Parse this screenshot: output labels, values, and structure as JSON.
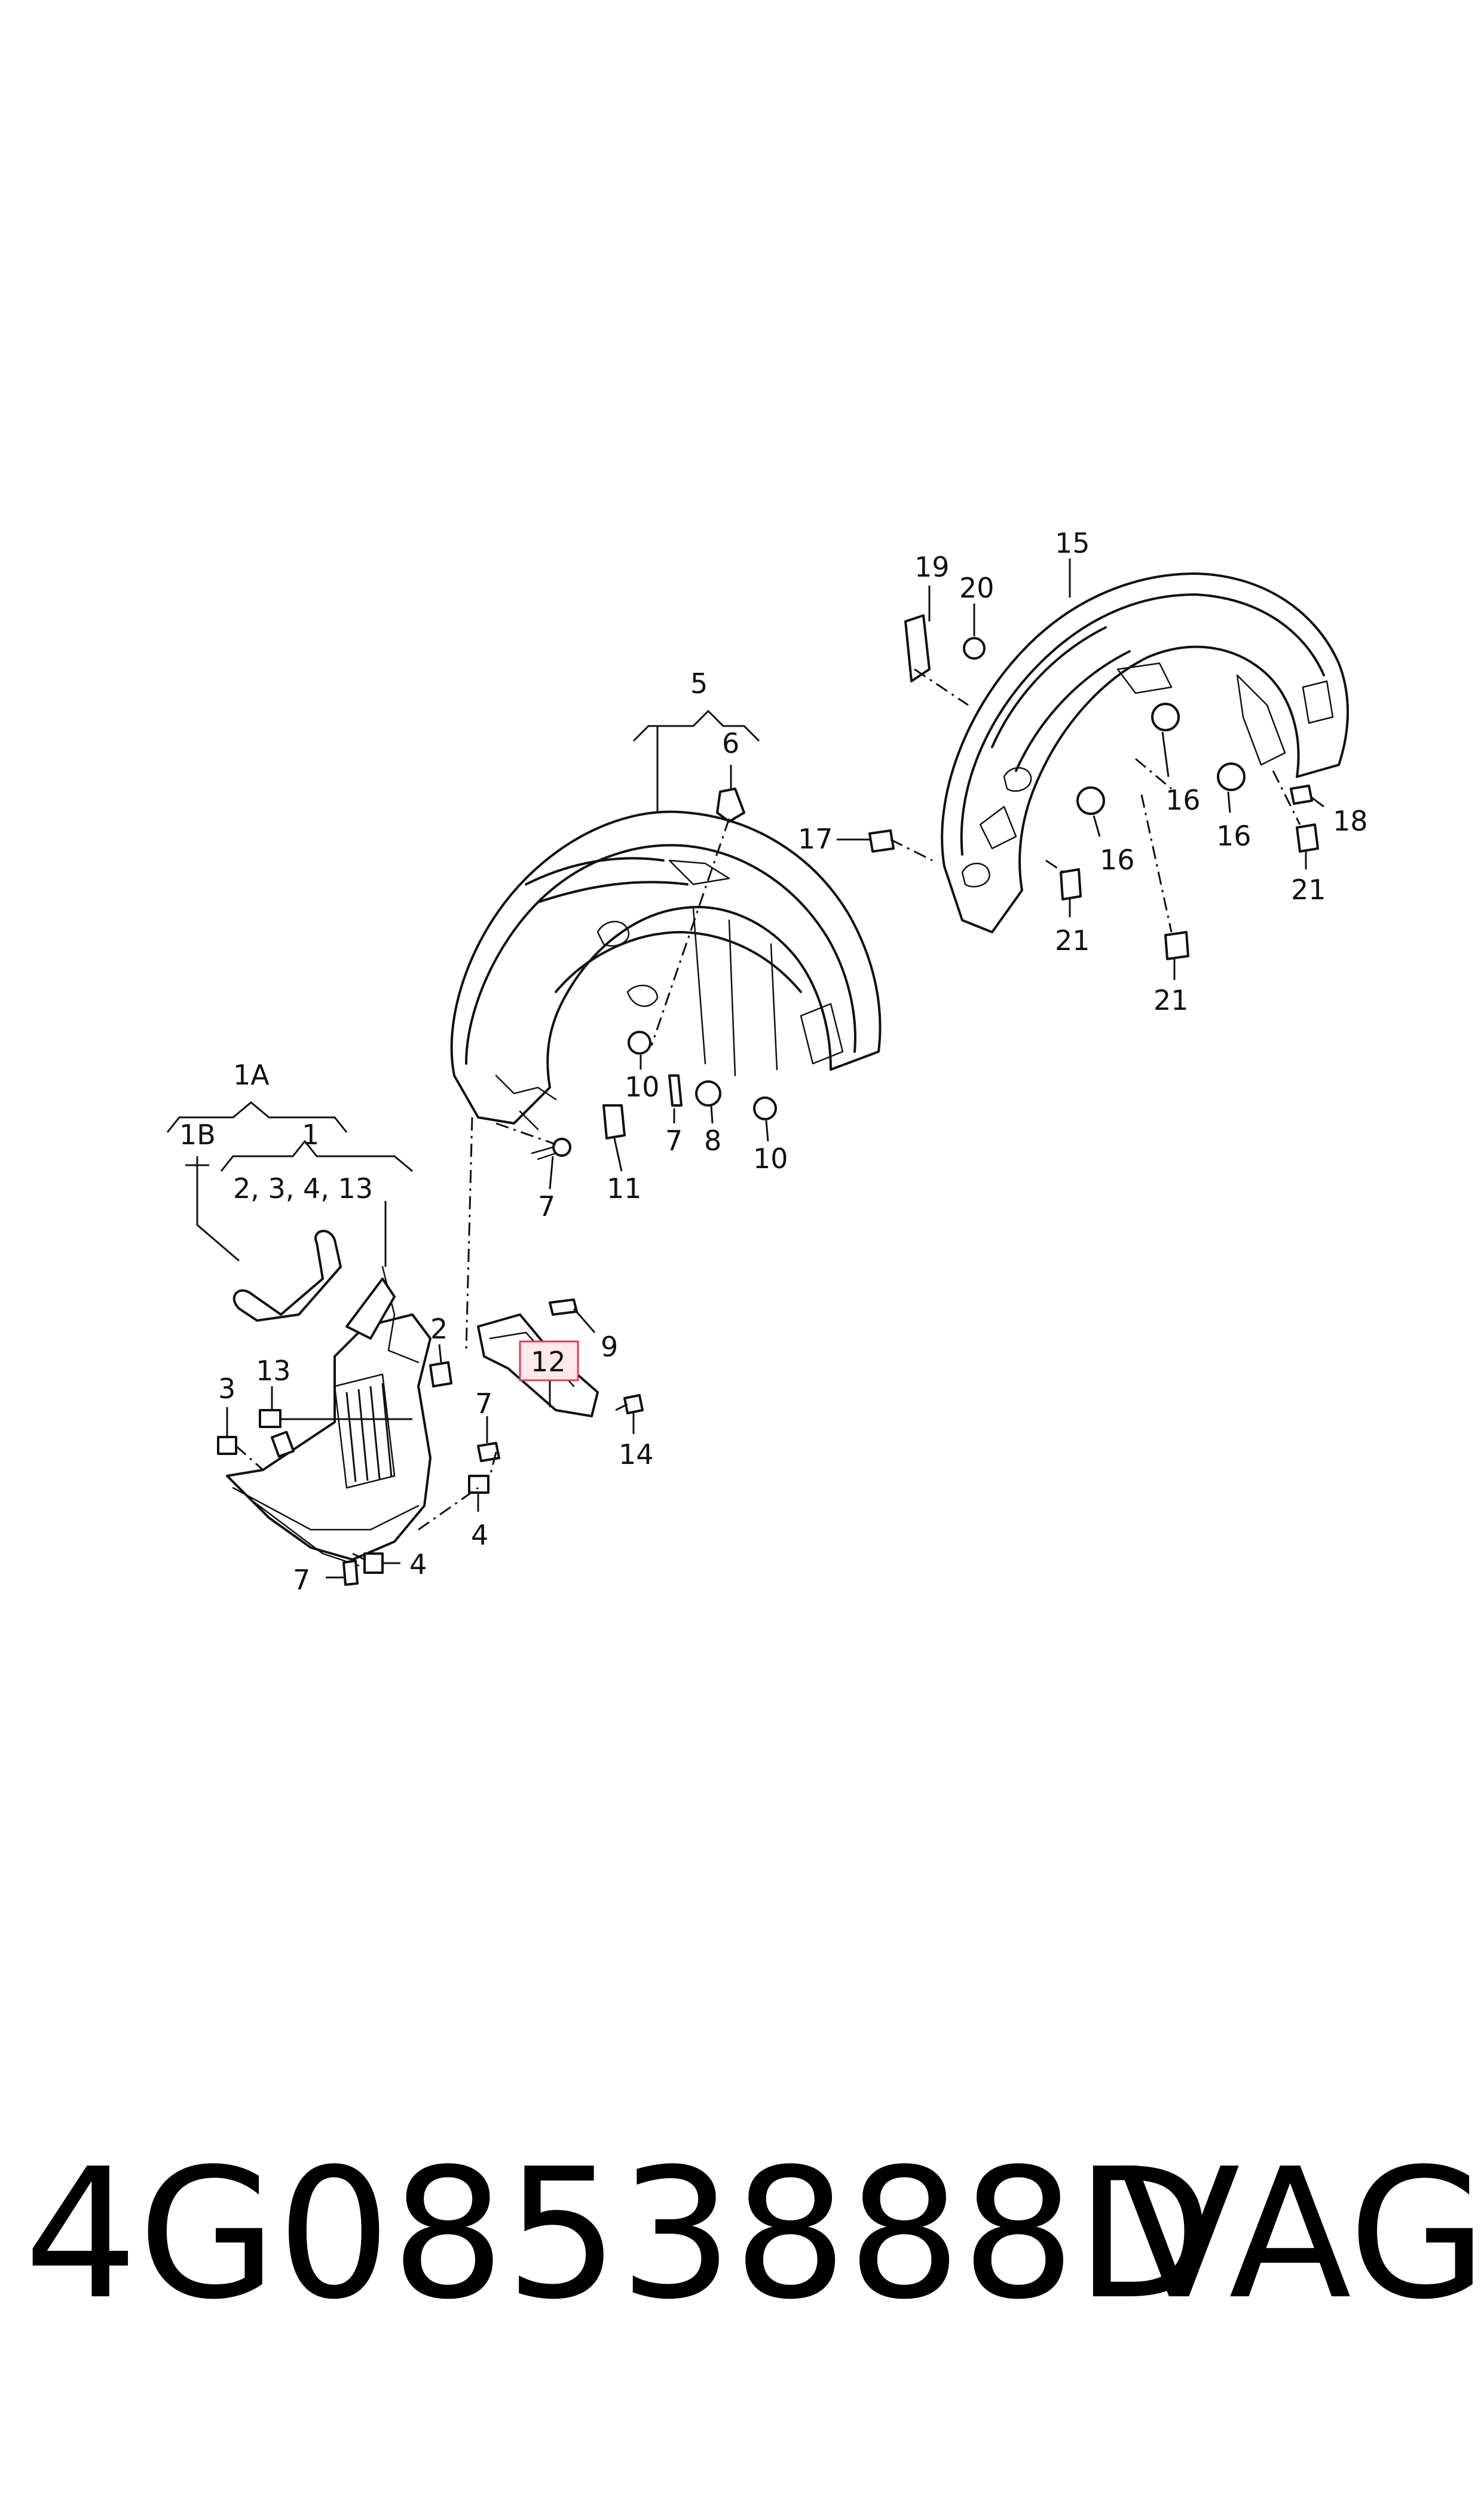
{
  "callouts": {
    "c1a": "1A",
    "c1b": "1B",
    "c1": "1",
    "c1_group": "2, 3, 4, 13",
    "c2": "2",
    "c3": "3",
    "c4a": "4",
    "c4b": "4",
    "c5": "5",
    "c6": "6",
    "c7a": "7",
    "c7b": "7",
    "c7c": "7",
    "c7d": "7",
    "c8": "8",
    "c9": "9",
    "c10a": "10",
    "c10b": "10",
    "c11": "11",
    "c12": "12",
    "c13": "13",
    "c14": "14",
    "c15": "15",
    "c16a": "16",
    "c16b": "16",
    "c16c": "16",
    "c17": "17",
    "c18": "18",
    "c19": "19",
    "c20": "20",
    "c21a": "21",
    "c21b": "21",
    "c21c": "21"
  },
  "highlighted_callout": "12",
  "colors": {
    "line": "#111111",
    "highlight_fill": "#fde8ec",
    "highlight_border": "#d9414f",
    "background": "#ffffff"
  },
  "caption": {
    "part_number": "4G0853888D",
    "brand": "VAG"
  }
}
